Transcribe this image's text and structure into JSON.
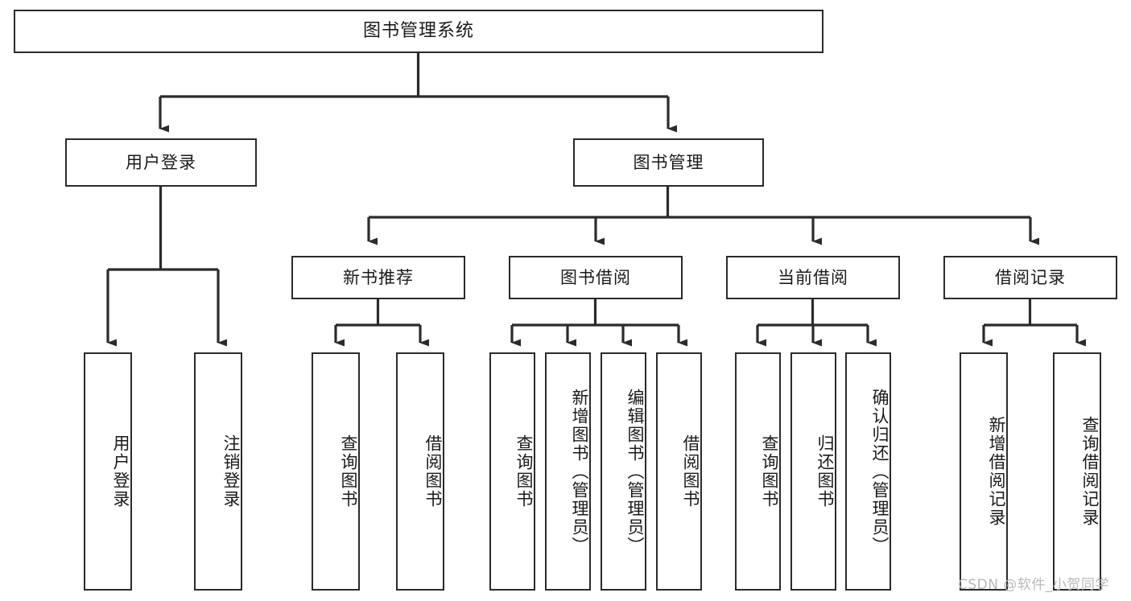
{
  "diagram": {
    "title": "图书管理系统",
    "type": "tree-hierarchy",
    "orientation": "top-down",
    "colors": {
      "box_border": "#2b2b2b",
      "box_fill": "#ffffff",
      "connector": "#2b2b2b",
      "text": "#1a1a1a",
      "watermark": "#b9b9b9",
      "background": "#ffffff"
    },
    "root": {
      "label": "图书管理系统"
    },
    "level2": [
      {
        "id": "user-login",
        "label": "用户登录"
      },
      {
        "id": "book-management",
        "label": "图书管理"
      }
    ],
    "level3": [
      {
        "id": "new-book-recommend",
        "label": "新书推荐",
        "parent": "book-management"
      },
      {
        "id": "book-borrow",
        "label": "图书借阅",
        "parent": "book-management"
      },
      {
        "id": "current-borrow",
        "label": "当前借阅",
        "parent": "book-management"
      },
      {
        "id": "borrow-record",
        "label": "借阅记录",
        "parent": "book-management"
      }
    ],
    "leaves": {
      "user-login": [
        {
          "id": "leaf-user-login",
          "label": "用户登录"
        },
        {
          "id": "leaf-user-logout",
          "label": "注销登录"
        }
      ],
      "new-book-recommend": [
        {
          "id": "leaf-query-book-1",
          "label": "查询图书"
        },
        {
          "id": "leaf-borrow-book-1",
          "label": "借阅图书"
        }
      ],
      "book-borrow": [
        {
          "id": "leaf-query-book-2",
          "label": "查询图书"
        },
        {
          "id": "leaf-add-book",
          "label": "新增图书（管理员）"
        },
        {
          "id": "leaf-edit-book",
          "label": "编辑图书（管理员）"
        },
        {
          "id": "leaf-borrow-book-2",
          "label": "借阅图书"
        }
      ],
      "current-borrow": [
        {
          "id": "leaf-query-book-3",
          "label": "查询图书"
        },
        {
          "id": "leaf-return-book",
          "label": "归还图书"
        },
        {
          "id": "leaf-confirm-return",
          "label": "确认归还（管理员）"
        }
      ],
      "borrow-record": [
        {
          "id": "leaf-add-record",
          "label": "新增借阅记录"
        },
        {
          "id": "leaf-query-record",
          "label": "查询借阅记录"
        }
      ]
    }
  },
  "watermark": {
    "text": "CSDN @软件_小贺同学"
  }
}
